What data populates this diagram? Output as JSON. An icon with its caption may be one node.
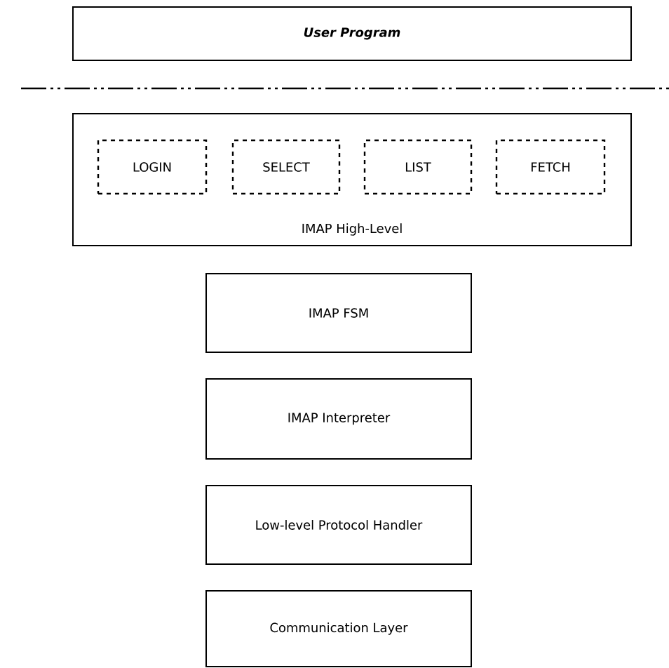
{
  "diagram": {
    "nodes": [
      {
        "text": [
          "User Program"
        ]
      },
      {
        "text": [
          "IMAP High-Level"
        ]
      },
      {
        "text": [
          "LOGIN"
        ],
        "in": 1
      },
      {
        "text": [
          "SELECT"
        ],
        "in": 1
      },
      {
        "text": [
          "LIST"
        ],
        "in": 1
      },
      {
        "text": [
          "FETCH"
        ],
        "in": 1
      },
      {
        "text": [
          "IMAP FSM"
        ]
      },
      {
        "text": [
          "IMAP Interpreter"
        ]
      },
      {
        "text": [
          "Low-level Protocol Handler"
        ]
      },
      {
        "text": [
          "Communication Layer"
        ]
      }
    ],
    "edges": []
  }
}
